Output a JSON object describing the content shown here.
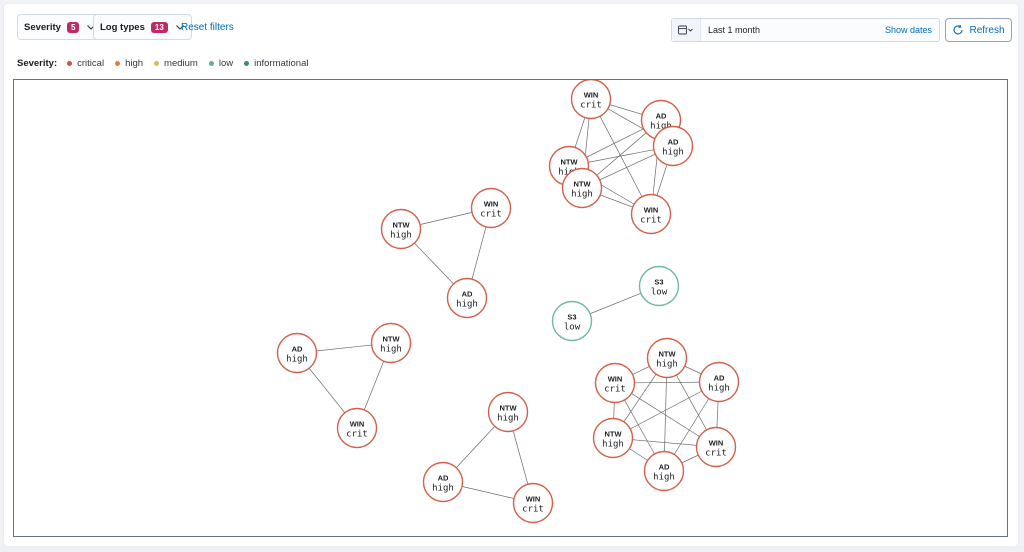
{
  "filters": {
    "severity": {
      "label": "Severity",
      "count": "5"
    },
    "log_types": {
      "label": "Log types",
      "count": "13"
    },
    "reset_label": "Reset filters"
  },
  "date_picker": {
    "icon": "calendar-icon",
    "value": "Last 1 month",
    "show_dates_label": "Show dates"
  },
  "refresh": {
    "label": "Refresh",
    "icon": "refresh-icon"
  },
  "legend": {
    "title": "Severity:",
    "items": [
      {
        "label": "critical",
        "color": "#c9553b"
      },
      {
        "label": "high",
        "color": "#e07d3c"
      },
      {
        "label": "medium",
        "color": "#d6bf57"
      },
      {
        "label": "low",
        "color": "#54b399"
      },
      {
        "label": "informational",
        "color": "#3d8f69"
      }
    ]
  },
  "graph": {
    "nodes": [
      {
        "type": "WIN",
        "severity": "crit"
      },
      {
        "type": "AD",
        "severity": "high"
      },
      {
        "type": "AD",
        "severity": "high"
      },
      {
        "type": "NTW",
        "severity": "high"
      },
      {
        "type": "NTW",
        "severity": "high"
      },
      {
        "type": "WIN",
        "severity": "crit"
      },
      {
        "type": "NTW",
        "severity": "high"
      },
      {
        "type": "WIN",
        "severity": "crit"
      },
      {
        "type": "AD",
        "severity": "high"
      },
      {
        "type": "S3",
        "severity": "low"
      },
      {
        "type": "S3",
        "severity": "low"
      },
      {
        "type": "AD",
        "severity": "high"
      },
      {
        "type": "NTW",
        "severity": "high"
      },
      {
        "type": "WIN",
        "severity": "crit"
      },
      {
        "type": "NTW",
        "severity": "high"
      },
      {
        "type": "AD",
        "severity": "high"
      },
      {
        "type": "WIN",
        "severity": "crit"
      },
      {
        "type": "NTW",
        "severity": "high"
      },
      {
        "type": "WIN",
        "severity": "crit"
      },
      {
        "type": "AD",
        "severity": "high"
      },
      {
        "type": "NTW",
        "severity": "high"
      },
      {
        "type": "WIN",
        "severity": "crit"
      },
      {
        "type": "AD",
        "severity": "high"
      }
    ],
    "edges": [
      [
        0,
        1
      ],
      [
        0,
        2
      ],
      [
        0,
        3
      ],
      [
        0,
        4
      ],
      [
        0,
        5
      ],
      [
        1,
        2
      ],
      [
        1,
        3
      ],
      [
        1,
        4
      ],
      [
        1,
        5
      ],
      [
        2,
        3
      ],
      [
        2,
        4
      ],
      [
        2,
        5
      ],
      [
        3,
        4
      ],
      [
        3,
        5
      ],
      [
        4,
        5
      ],
      [
        6,
        7
      ],
      [
        6,
        8
      ],
      [
        7,
        8
      ],
      [
        9,
        10
      ],
      [
        11,
        12
      ],
      [
        11,
        13
      ],
      [
        12,
        13
      ],
      [
        14,
        15
      ],
      [
        14,
        16
      ],
      [
        15,
        16
      ],
      [
        17,
        18
      ],
      [
        17,
        19
      ],
      [
        17,
        20
      ],
      [
        17,
        21
      ],
      [
        17,
        22
      ],
      [
        18,
        19
      ],
      [
        18,
        20
      ],
      [
        18,
        21
      ],
      [
        18,
        22
      ],
      [
        19,
        20
      ],
      [
        19,
        21
      ],
      [
        19,
        22
      ],
      [
        20,
        21
      ],
      [
        20,
        22
      ],
      [
        21,
        22
      ]
    ],
    "severity_colors": {
      "crit": "#d1614a",
      "high": "#d1614a",
      "low": "#6dbb9f"
    }
  }
}
